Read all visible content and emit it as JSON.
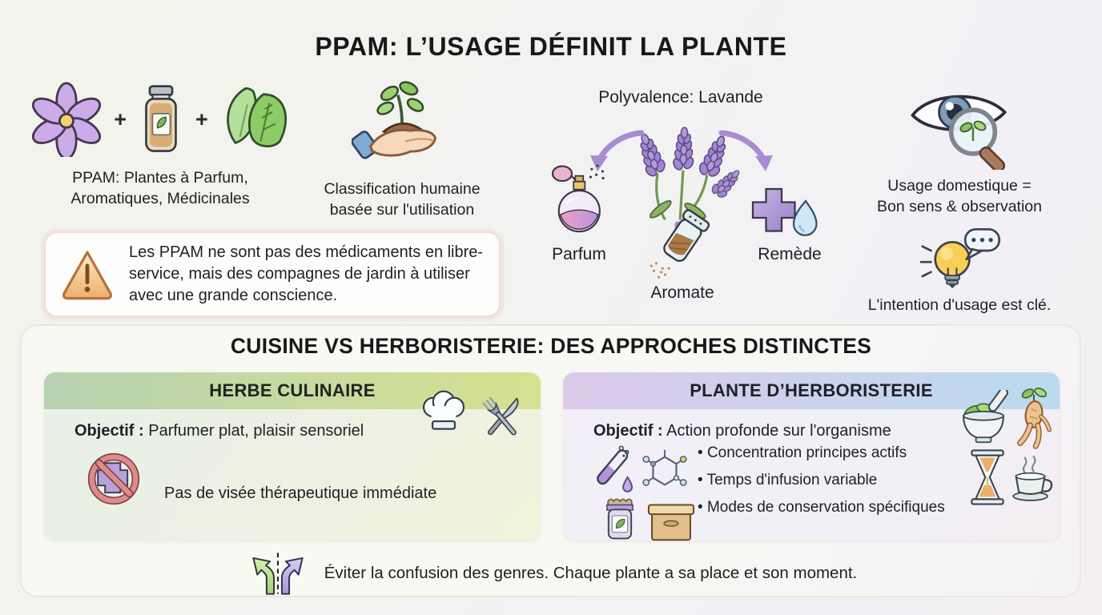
{
  "title": "PPAM: L’USAGE DÉFINIT LA PLANTE",
  "top": {
    "ppam": {
      "plus": "+",
      "caption_line1": "PPAM: Plantes à Parfum,",
      "caption_line2": "Aromatiques, Médicinales"
    },
    "classification": {
      "caption_line1": "Classification humaine",
      "caption_line2": "basée sur l'utilisation"
    },
    "polyvalence": {
      "heading": "Polyvalence: Lavande",
      "labels": {
        "parfum": "Parfum",
        "aromate": "Aromate",
        "remede": "Remède"
      }
    },
    "usage": {
      "caption_line1": "Usage domestique =",
      "caption_line2": "Bon sens & observation",
      "intention": "L'intention d'usage est clé."
    }
  },
  "warning": {
    "text": "Les PPAM ne sont pas des médicaments en libre-service, mais des compagnes de jardin à utiliser avec une grande conscience."
  },
  "comparison": {
    "title": "CUISINE VS HERBORISTERIE: DES APPROCHES DISTINCTES",
    "culinary": {
      "header": "HERBE CULINAIRE",
      "objective_label": "Objectif :",
      "objective_text": "Parfumer plat, plaisir sensoriel",
      "note": "Pas de visée thérapeutique immédiate"
    },
    "herbalism": {
      "header": "PLANTE D’HERBORISTERIE",
      "objective_label": "Objectif :",
      "objective_text": "Action profonde sur l'organisme",
      "bullets": [
        "Concentration principes actifs",
        "Temps d'infusion variable",
        "Modes de conservation spécifiques"
      ]
    },
    "footer": "Éviter la confusion des genres. Chaque plante a sa place et son moment."
  },
  "icons": {
    "flower": "purple six-petal flower",
    "spice-jar": "jar with leaf label",
    "leaf": "two green leaves",
    "hand-plant": "hand holding seedling",
    "lavender": "lavender sprigs",
    "arrow": "curved purple arrow",
    "perfume": "atomizer perfume bottle",
    "shaker": "tilted spice shaker",
    "remedy": "purple cross with water drop",
    "eye-magnifier": "eye with magnifying glass on plant",
    "bulb": "lightbulb with speech bubble",
    "warning": "orange warning triangle",
    "chef-hat": "chef hat",
    "utensils": "crossed knife and fork",
    "no-therapy": "prohibition sign over medical cross",
    "mortar": "mortar and pestle with leaves",
    "ginseng": "ginseng root with sprout",
    "test-tube": "tilted test tube with purple liquid",
    "molecule": "hexagonal molecule",
    "herb-jar": "preserve jar with leaf label",
    "box": "cardboard storage box",
    "hourglass": "hourglass with sand",
    "cup": "steaming herbal tea cup",
    "diverging-arrows": "green and purple diverging arrows"
  },
  "colors": {
    "background_left": "#f2f4ea",
    "background_right": "#f3eff3",
    "accent_purple_arrow": "#a78cd0",
    "culinary_header_from": "#b7d2b2",
    "culinary_header_to": "#d6e18f",
    "herbal_header_from": "#dccae9",
    "herbal_header_to": "#badaee",
    "warning_border": "#f0ded3",
    "text": "#1d1f22"
  }
}
